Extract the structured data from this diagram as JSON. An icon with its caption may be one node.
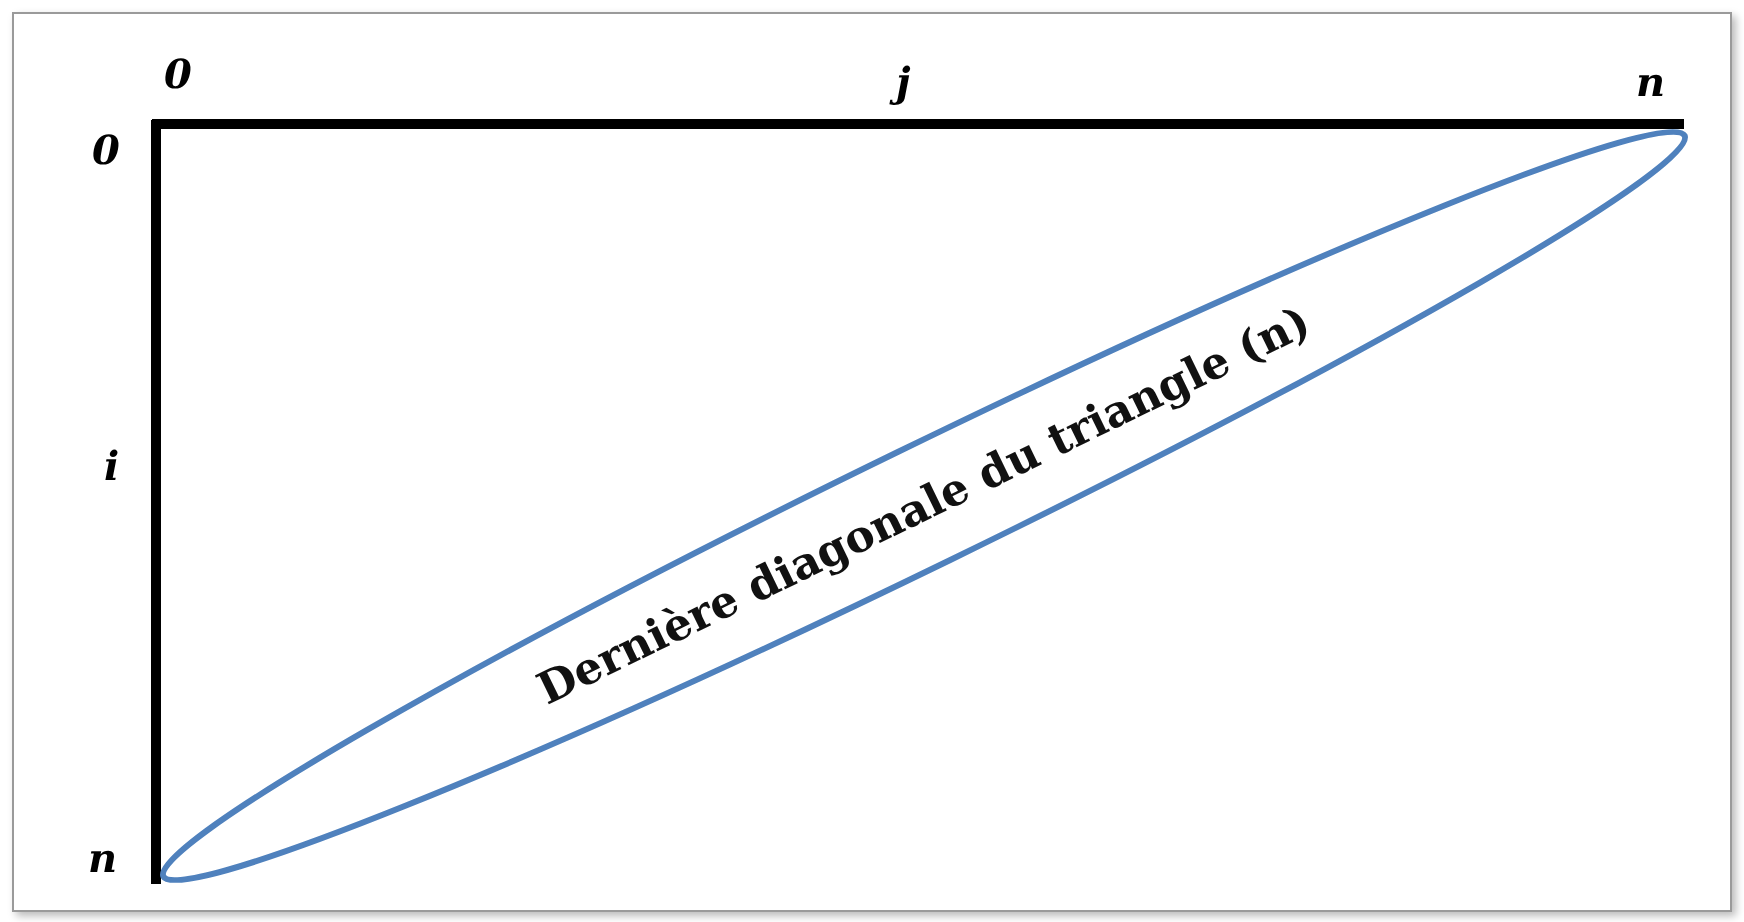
{
  "diagram": {
    "nodes": [
      {
        "text": [
          "Dernière diagonale du triangle (n)"
        ]
      }
    ],
    "edges": [],
    "labels": [
      "0",
      "j",
      "n",
      "0",
      "i",
      "n"
    ]
  }
}
